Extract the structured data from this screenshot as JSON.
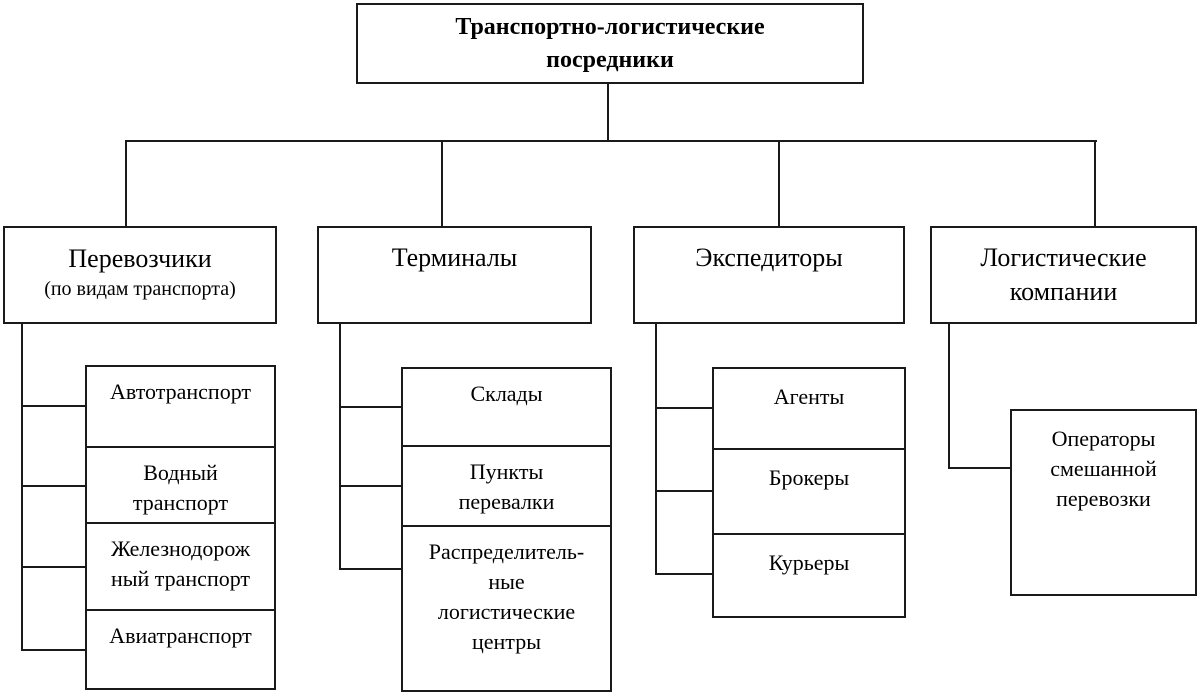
{
  "diagram": {
    "root": {
      "label": "Транспортно-логистические\nпосредники"
    },
    "branches": [
      {
        "label": "Перевозчики",
        "sublabel": "(по видам транспорта)",
        "children": [
          {
            "label": "Автотранспорт"
          },
          {
            "label": "Водный\nтранспорт"
          },
          {
            "label": "Железнодорож\nный транспорт"
          },
          {
            "label": "Авиатранспорт"
          }
        ]
      },
      {
        "label": "Терминалы",
        "children": [
          {
            "label": "Склады"
          },
          {
            "label": "Пункты\nперевалки"
          },
          {
            "label": "Распределитель-\nные\nлогистические\nцентры"
          }
        ]
      },
      {
        "label": "Экспедиторы",
        "children": [
          {
            "label": "Агенты"
          },
          {
            "label": "Брокеры"
          },
          {
            "label": "Курьеры"
          }
        ]
      },
      {
        "label": "Логистические\nкомпании",
        "children": [
          {
            "label": "Операторы\nсмешанной\nперевозки"
          }
        ]
      }
    ],
    "colors": {
      "line": "#1a1a1a",
      "background": "#ffffff",
      "text": "#000000"
    }
  }
}
